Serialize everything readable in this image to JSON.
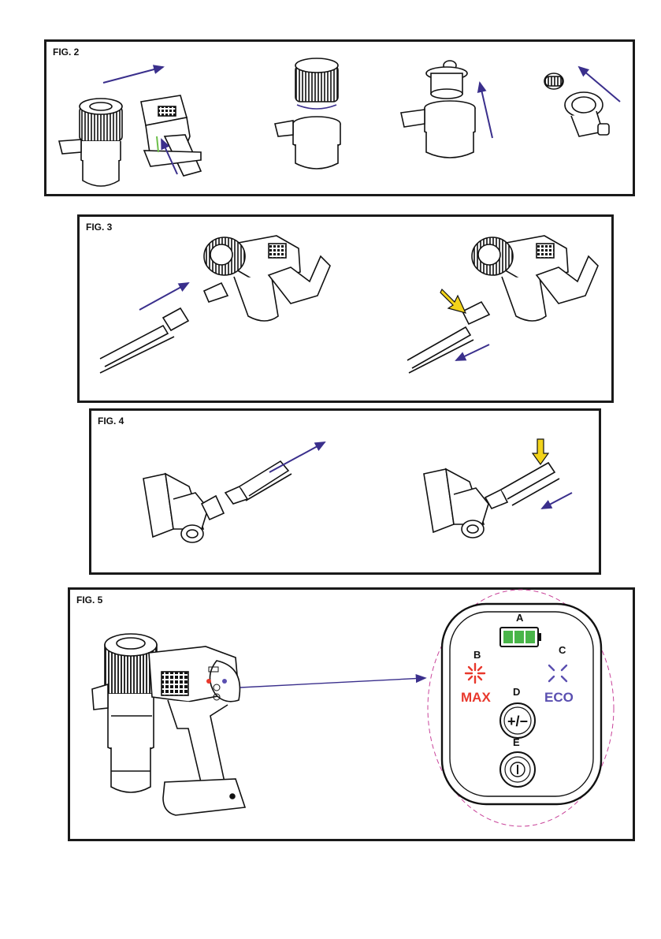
{
  "figures": {
    "fig2": {
      "label": "FIG. 2"
    },
    "fig3": {
      "label": "FIG. 3"
    },
    "fig4": {
      "label": "FIG. 4"
    },
    "fig5": {
      "label": "FIG. 5",
      "callouts": {
        "a": "A",
        "b": "B",
        "c": "C",
        "d": "D",
        "e": "E"
      },
      "max_label": "MAX",
      "eco_label": "ECO",
      "adjust_symbol": "+/−"
    }
  },
  "colors": {
    "arrow": "#3a2f8c",
    "pointer_arrow": "#f2d31b",
    "battery": "#49b549",
    "max": "#e8382c",
    "eco": "#5a4fb0",
    "zoom_outline": "#c9449a"
  }
}
